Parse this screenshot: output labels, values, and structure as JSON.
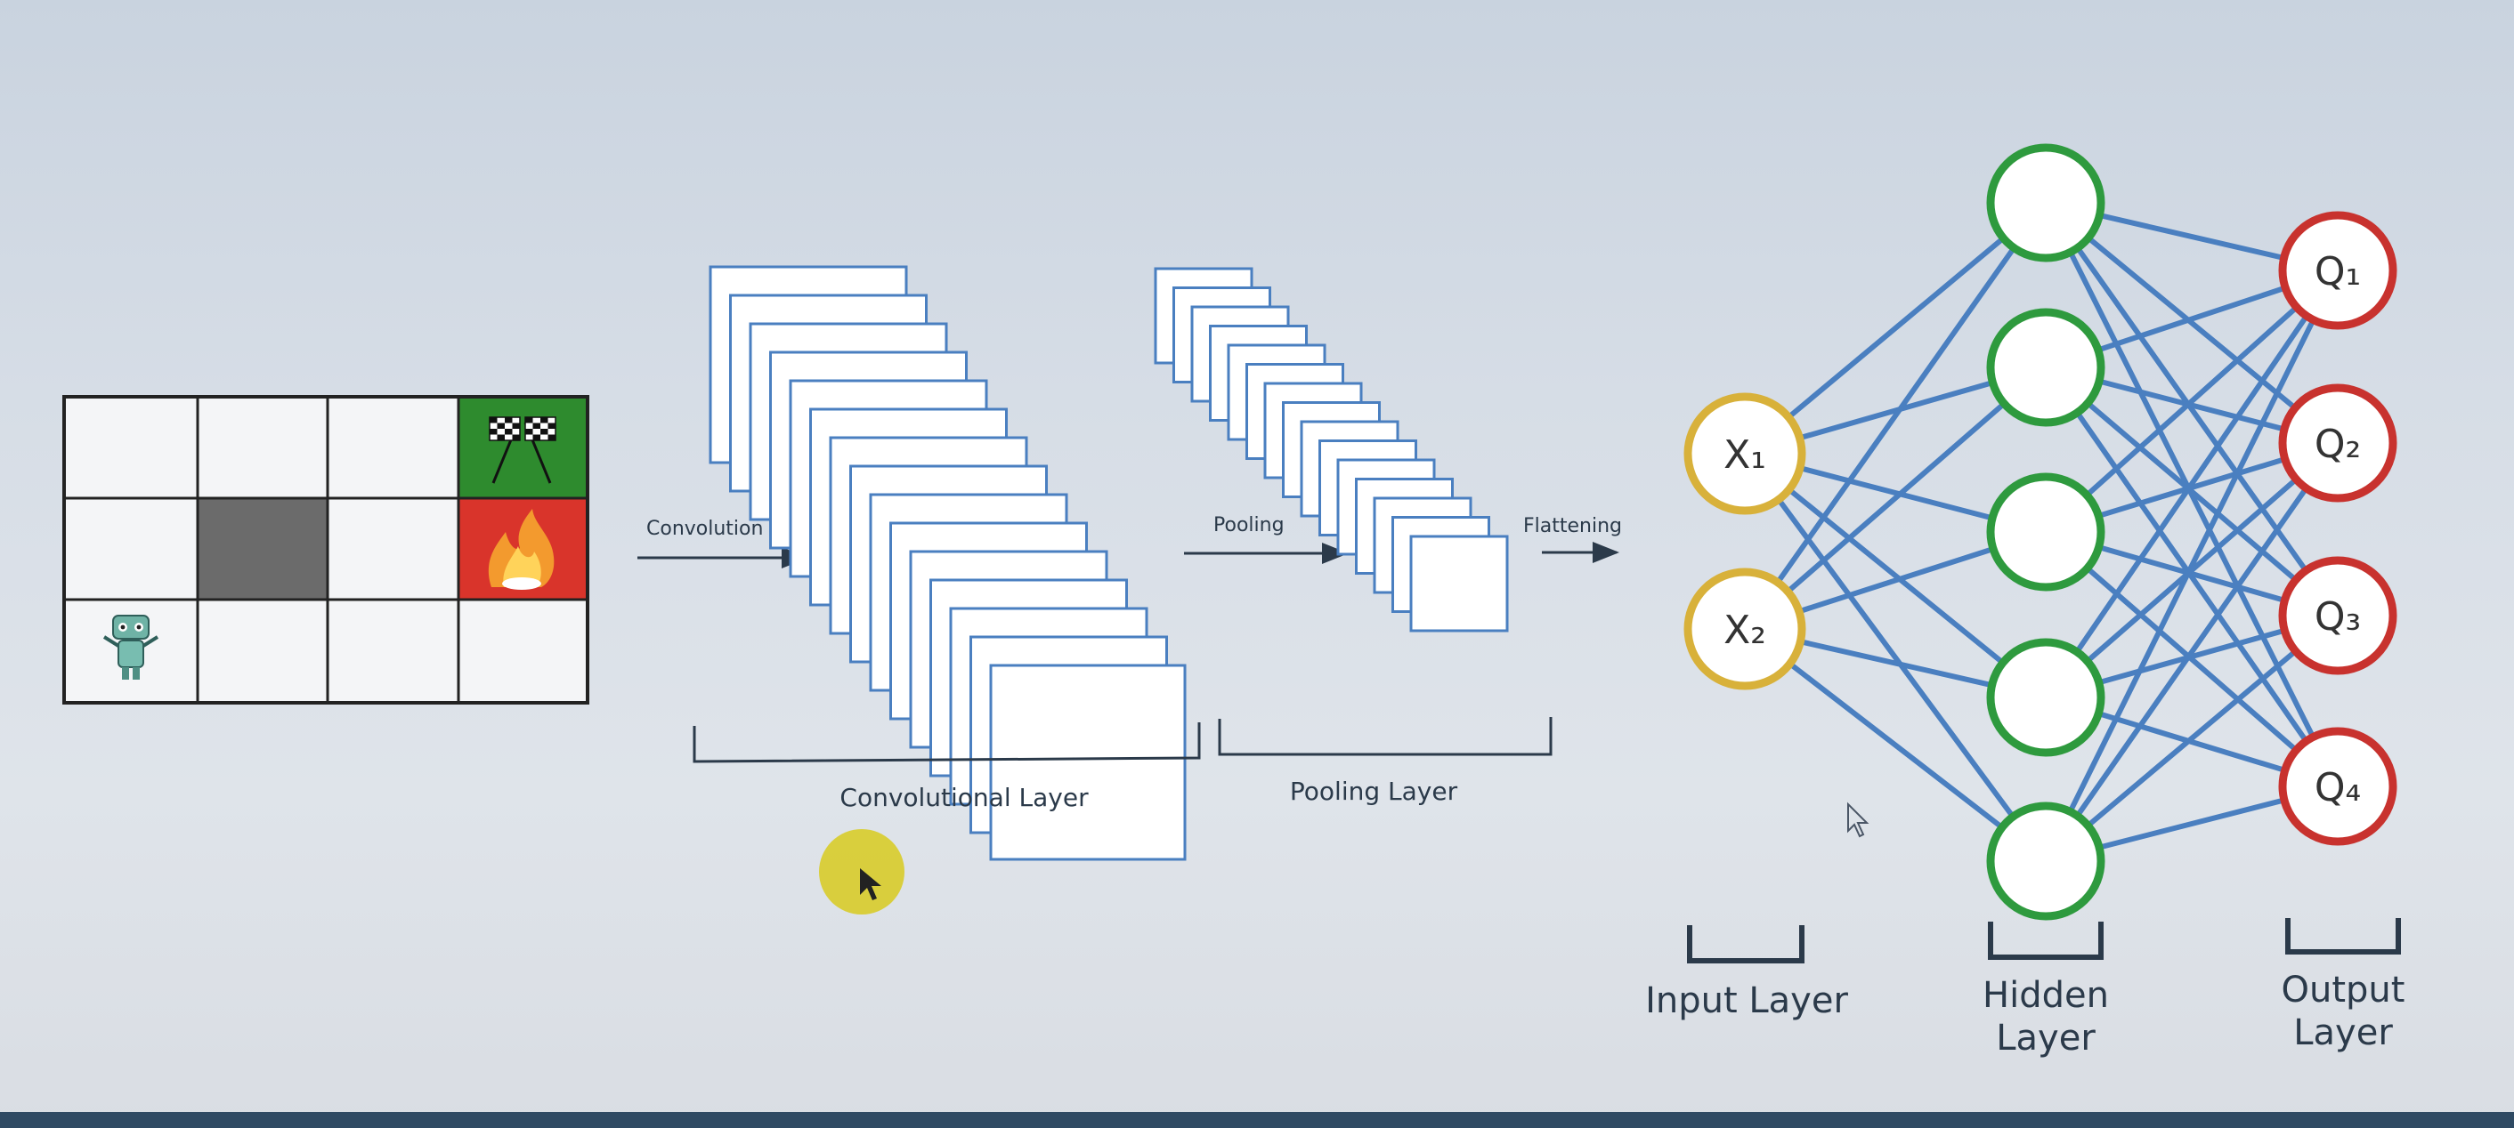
{
  "grid": {
    "rows": 3,
    "cols": 4,
    "cells": [
      {
        "row": 0,
        "col": 3,
        "kind": "goal",
        "icon": "checkered-flags-icon",
        "color": "#2e8b2e"
      },
      {
        "row": 1,
        "col": 1,
        "kind": "wall",
        "color": "#6b6b6b"
      },
      {
        "row": 1,
        "col": 3,
        "kind": "fire",
        "icon": "fire-icon",
        "color": "#d9342b"
      },
      {
        "row": 2,
        "col": 0,
        "kind": "agent",
        "icon": "robot-icon"
      }
    ]
  },
  "cnn": {
    "convolution_label": "Convolution",
    "pooling_label": "Pooling",
    "flattening_label": "Flattening",
    "conv_layer_label": "Convolutional Layer",
    "pool_layer_label": "Pooling Layer"
  },
  "network": {
    "inputs": [
      "X₁",
      "X₂"
    ],
    "hidden_count": 5,
    "outputs": [
      "Q₁",
      "Q₂",
      "Q₃",
      "Q₄"
    ],
    "input_layer_label": "Input Layer",
    "hidden_layer_label_1": "Hidden",
    "hidden_layer_label_2": "Layer",
    "output_layer_label_1": "Output",
    "output_layer_label_2": "Layer",
    "colors": {
      "input": "#d8b13a",
      "hidden": "#2e9a3e",
      "output": "#c8322e",
      "edge": "#4a7fc0"
    }
  }
}
